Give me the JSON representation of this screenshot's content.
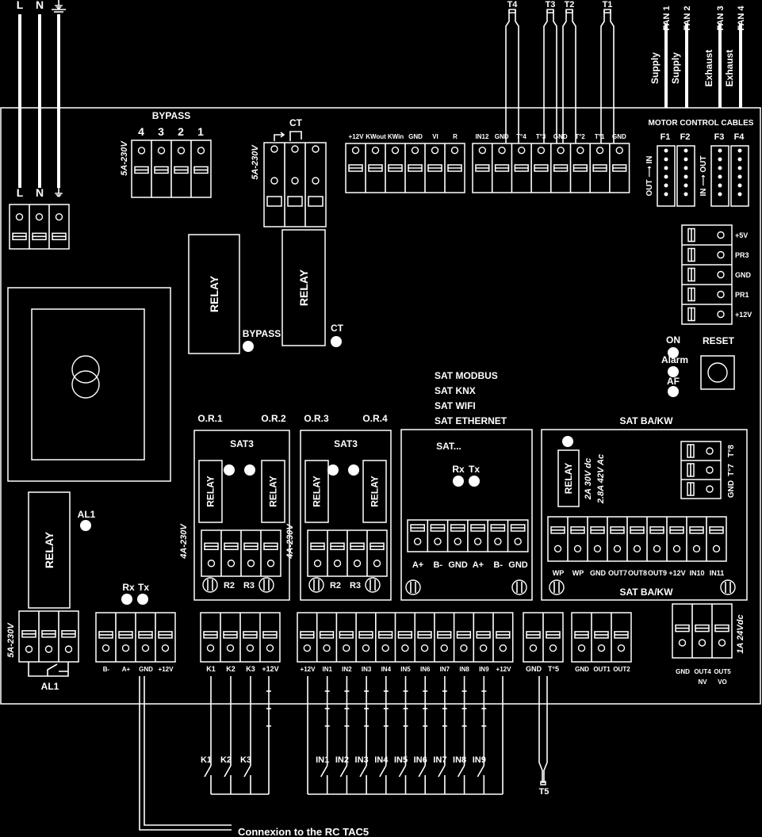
{
  "mains": {
    "top": [
      "L",
      "N",
      "⏚"
    ],
    "block": [
      "L",
      "N",
      "⏚"
    ]
  },
  "bypass": {
    "title": "BYPASS",
    "numbers": [
      "4",
      "3",
      "2",
      "1"
    ],
    "rating": "5A-230V"
  },
  "ct": {
    "title": "CT",
    "rating": "5A-230V"
  },
  "relay_label": "RELAY",
  "bypass_led": "BYPASS",
  "ct_led": "CT",
  "io_top_left": [
    "+12V",
    "KWout",
    "KWin",
    "GND",
    "VI",
    "R"
  ],
  "io_top_right": [
    "IN12",
    "GND",
    "T°4",
    "T°3",
    "GND",
    "T°2",
    "T°1",
    "GND"
  ],
  "sensors_top": [
    "T4",
    "T3",
    "T2",
    "T1"
  ],
  "fans": {
    "names": [
      "FAN 1",
      "FAN 2",
      "FAN 3",
      "FAN 4"
    ],
    "roles": [
      "Supply",
      "Supply",
      "Exhaust",
      "Exhaust"
    ],
    "title": "MOTOR CONTROL CABLES",
    "connectors": [
      "F1",
      "F2",
      "F3",
      "F4"
    ],
    "left_dir": "OUT ⟶ IN",
    "right_dir": "IN ⟶ OUT"
  },
  "right_block": [
    "+5V",
    "PR3",
    "GND",
    "PR1",
    "+12V"
  ],
  "status": {
    "on": "ON",
    "alarm": "Alarm",
    "af": "AF",
    "reset": "RESET"
  },
  "sat_list": [
    "SAT MODBUS",
    "SAT KNX",
    "SAT WIFI",
    "SAT ETHERNET"
  ],
  "sat3a": {
    "or1": "O.R.1",
    "or2": "O.R.2",
    "title": "SAT3",
    "r2": "R2",
    "r3": "R3",
    "rating": "4A-230V"
  },
  "sat3b": {
    "or3": "O.R.3",
    "or4": "O.R.4",
    "title": "SAT3",
    "r2": "R2",
    "r3": "R3",
    "rating": "4A-230V"
  },
  "satx": {
    "title": "SAT...",
    "rx": "Rx",
    "tx": "Tx",
    "terms": [
      "A+",
      "B-",
      "GND",
      "A+",
      "B-",
      "GND"
    ]
  },
  "satba": {
    "title": "SAT BA/KW",
    "ratings": [
      "2A 30V dc",
      "2.8A 42V Ac"
    ],
    "small_terms": [
      "T°8",
      "T°7",
      "GND"
    ],
    "terms": [
      "WP",
      "WP",
      "GND",
      "OUT7",
      "OUT8",
      "OUT9",
      "+12V",
      "IN10",
      "IN11"
    ]
  },
  "al1": {
    "led": "AL1",
    "label": "AL1",
    "rating": "5A-230V"
  },
  "rc": {
    "rx": "Rx",
    "tx": "Tx",
    "terms": [
      "B-",
      "A+",
      "GND",
      "+12V"
    ],
    "caption": "Connexion to the RC TAC5"
  },
  "k_block": {
    "terms": [
      "K1",
      "K2",
      "K3",
      "+12V"
    ],
    "switches": [
      "K1",
      "K2",
      "K3"
    ]
  },
  "in_block": {
    "terms": [
      "+12V",
      "IN1",
      "IN2",
      "IN3",
      "IN4",
      "IN5",
      "IN6",
      "IN7",
      "IN8",
      "IN9",
      "+12V"
    ],
    "switches": [
      "IN1",
      "IN2",
      "IN3",
      "IN4",
      "IN5",
      "IN6",
      "IN7",
      "IN8",
      "IN9"
    ]
  },
  "t5": {
    "terms": [
      "GND",
      "T°5"
    ],
    "label": "T5"
  },
  "outs": [
    "GND",
    "OUT1",
    "OUT2"
  ],
  "out45": {
    "terms": [
      "GND",
      "OUT4",
      "OUT5"
    ],
    "sub": [
      "NV",
      "VO"
    ],
    "rating": "1A 24Vdc"
  }
}
